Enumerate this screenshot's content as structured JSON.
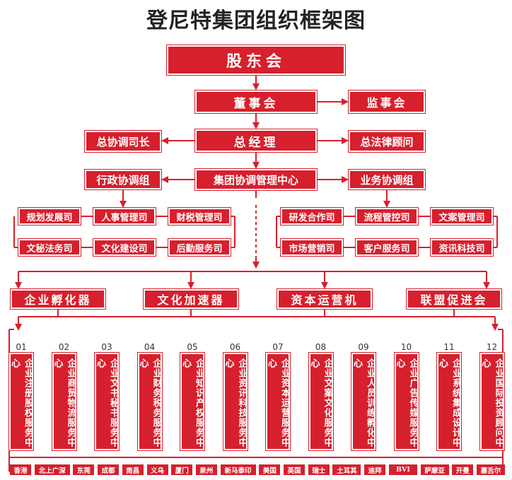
{
  "title": "登尼特集团组织框架图",
  "colors": {
    "primary": "#d6202d",
    "line": "#d6202d"
  },
  "shareholders": "股东会",
  "board": "董事会",
  "supervisory": "监事会",
  "general_manager": "总经理",
  "coordinator_general": "总协调司长",
  "legal_counsel": "总法律顾问",
  "group_center": "集团协调管理中心",
  "admin_group": "行政协调组",
  "business_group": "业务协调组",
  "left_depts": [
    "规划发展司",
    "人事管理司",
    "财税管理司",
    "文秘法务司",
    "文化建设司",
    "后勤服务司"
  ],
  "right_depts": [
    "研发合作司",
    "流程管控司",
    "文案管理司",
    "市场营销司",
    "客户服务司",
    "资讯科技司"
  ],
  "engines": [
    "企业孵化器",
    "文化加速器",
    "资本运营机",
    "联盟促进会"
  ],
  "service_centers": [
    {
      "num": "01",
      "name": "企业注册股权服务中心"
    },
    {
      "num": "02",
      "name": "企业商贸物流服务中心"
    },
    {
      "num": "03",
      "name": "企业文书秘书服务中心"
    },
    {
      "num": "04",
      "name": "企业财务税务服务中心"
    },
    {
      "num": "05",
      "name": "企业知识产权服务中心"
    },
    {
      "num": "06",
      "name": "企业资讯科技服务中心"
    },
    {
      "num": "07",
      "name": "企业资本运营服务中心"
    },
    {
      "num": "08",
      "name": "企业文案文化服务中心"
    },
    {
      "num": "09",
      "name": "企业人员训练孵化中心"
    },
    {
      "num": "10",
      "name": "企业广告传媒服务中心"
    },
    {
      "num": "11",
      "name": "企业系统集成设计中心"
    },
    {
      "num": "12",
      "name": "企业国际投资顾问中心"
    }
  ],
  "cities": [
    "香港",
    "北上广深",
    "东莞",
    "成都",
    "南昌",
    "义乌",
    "厦门",
    "泉州",
    "新马泰印",
    "美国",
    "英国",
    "瑞士",
    "土耳其",
    "迪拜",
    "BVI",
    "萨摩亚",
    "开曼",
    "塞舌尔"
  ]
}
